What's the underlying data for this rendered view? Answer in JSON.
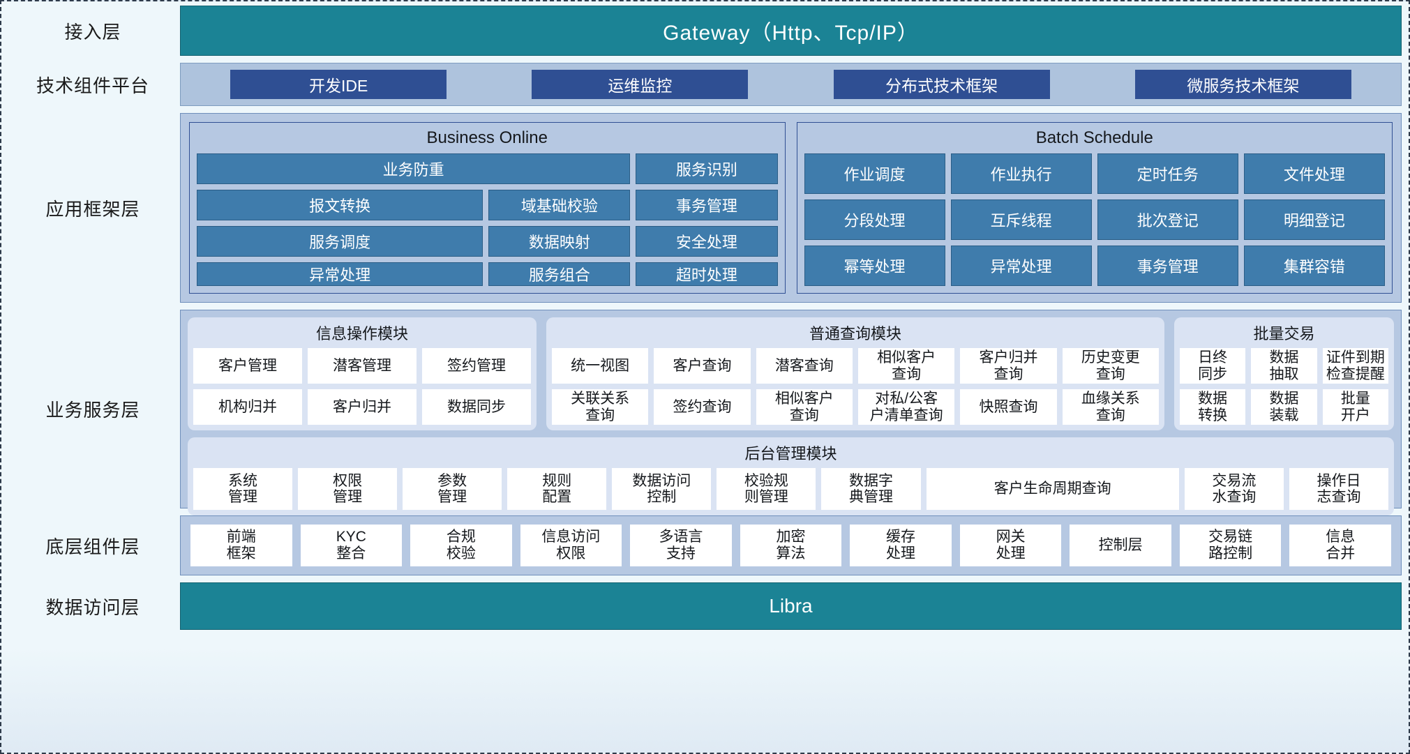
{
  "layers": [
    {
      "key": "access",
      "label": "接入层"
    },
    {
      "key": "tech",
      "label": "技术组件平台"
    },
    {
      "key": "appframe",
      "label": "应用框架层"
    },
    {
      "key": "bizservice",
      "label": "业务服务层"
    },
    {
      "key": "component",
      "label": "底层组件层"
    },
    {
      "key": "dataaccess",
      "label": "数据访问层"
    }
  ],
  "access": {
    "gateway_label": "Gateway（Http、Tcp/IP）"
  },
  "tech": {
    "items": [
      "开发IDE",
      "运维监控",
      "分布式技术框架",
      "微服务技术框架"
    ]
  },
  "appframe": {
    "groups": [
      {
        "title": "Business Online",
        "cells": [
          "业务防重",
          "服务识别",
          "报文转换",
          "域基础校验",
          "事务管理",
          "服务调度",
          "数据映射",
          "安全处理",
          "异常处理",
          "服务组合",
          "超时处理"
        ]
      },
      {
        "title": "Batch Schedule",
        "cells": [
          "作业调度",
          "作业执行",
          "定时任务",
          "文件处理",
          "分段处理",
          "互斥线程",
          "批次登记",
          "明细登记",
          "幂等处理",
          "异常处理",
          "事务管理",
          "集群容错"
        ]
      }
    ]
  },
  "bizservice": {
    "modules": [
      {
        "title": "信息操作模块",
        "cells": [
          "客户管理",
          "潜客管理",
          "签约管理",
          "机构归并",
          "客户归并",
          "数据同步"
        ]
      },
      {
        "title": "普通查询模块",
        "cells": [
          "统一视图",
          "客户查询",
          "潜客查询",
          "相似客户\n查询",
          "客户归并\n查询",
          "历史变更\n查询",
          "关联关系\n查询",
          "签约查询",
          "相似客户\n查询",
          "对私/公客\n户清单查询",
          "快照查询",
          "血缘关系\n查询"
        ]
      },
      {
        "title": "批量交易",
        "cells": [
          "日终\n同步",
          "数据\n抽取",
          "证件到期\n检查提醒",
          "数据\n转换",
          "数据\n装载",
          "批量\n开户"
        ]
      }
    ],
    "admin": {
      "title": "后台管理模块",
      "cells": [
        "系统\n管理",
        "权限\n管理",
        "参数\n管理",
        "规则\n配置",
        "数据访问\n控制",
        "校验规\n则管理",
        "数据字\n典管理",
        "客户生命周期查询",
        "交易流\n水查询",
        "操作日\n志查询"
      ]
    }
  },
  "component": {
    "cells": [
      "前端\n框架",
      "KYC\n整合",
      "合规\n校验",
      "信息访问\n权限",
      "多语言\n支持",
      "加密\n算法",
      "缓存\n处理",
      "网关\n处理",
      "控制层",
      "交易链\n路控制",
      "信息\n合并"
    ]
  },
  "dataaccess": {
    "label": "Libra"
  },
  "colors": {
    "teal": "#1b8395",
    "navy": "#2f4f93",
    "steel": "#3f7cac",
    "panel": "#b6c8e2",
    "module": "#dae3f3",
    "page_bg": "#eef7fb"
  }
}
